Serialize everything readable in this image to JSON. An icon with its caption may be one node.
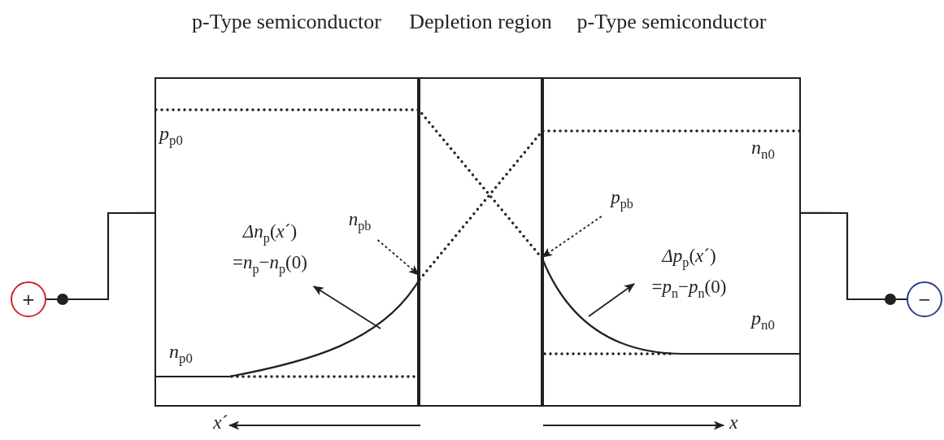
{
  "diagram": {
    "nodes": [
      {
        "text": [
          "p-Type semiconductor"
        ]
      },
      {
        "text": [
          "Depletion region"
        ]
      },
      {
        "text": [
          "p-Type semiconductor"
        ]
      },
      {
        "text": [
          "+"
        ]
      },
      {
        "text": [
          "−"
        ]
      },
      {
        "text": [
          "*n*$_{pb}$"
        ],
        "in": 0
      },
      {
        "text": [
          "*Δn*$_{p}$(*x*´) =*n*$_{p}$−*n*$_{p}$(0)"
        ],
        "in": 0
      },
      {
        "text": [
          "*p*$_{pb}$"
        ],
        "in": 2
      },
      {
        "text": [
          "*Δp*$_{p}$(*x*´) =*p*$_{n}$−*p*$_{n}$(0)"
        ],
        "in": 2
      }
    ],
    "edges": [
      {
        "from": 3,
        "to": 0,
        "arrow": "other"
      },
      {
        "from": 4,
        "to": 2,
        "arrow": "other"
      },
      {
        "from": 5,
        "to": 1,
        "arrow": "to",
        "style": "dashed"
      },
      {
        "from": null,
        "to": 6,
        "arrow": "to"
      },
      {
        "from": 7,
        "to": 1,
        "arrow": "to",
        "style": "dashed"
      },
      {
        "from": null,
        "to": 8,
        "arrow": "to"
      }
    ],
    "labels": [
      "*p*$_{p0}$",
      "*n*$_{n0}$",
      "*n*$_{p0}$",
      "*p*$_{n0}$",
      "*x*´",
      "*x*"
    ]
  }
}
